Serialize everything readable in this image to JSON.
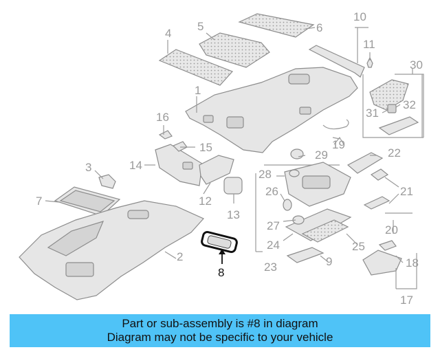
{
  "callouts": {
    "c1": "1",
    "c2": "2",
    "c3": "3",
    "c4": "4",
    "c5": "5",
    "c6": "6",
    "c7": "7",
    "c8": "8",
    "c9": "9",
    "c10": "10",
    "c11": "11",
    "c12": "12",
    "c13": "13",
    "c14": "14",
    "c15": "15",
    "c16": "16",
    "c17": "17",
    "c18": "18",
    "c19": "19",
    "c20": "20",
    "c21": "21",
    "c22": "22",
    "c23": "23",
    "c24": "24",
    "c25": "25",
    "c26": "26",
    "c27": "27",
    "c28": "28",
    "c29": "29",
    "c30": "30",
    "c31": "31",
    "c32": "32"
  },
  "highlight": {
    "part_number": "8",
    "color": "#4fc3f7"
  },
  "banner": {
    "line1": "Part or sub-assembly is #8 in diagram",
    "line2": "Diagram may not be specific to your vehicle",
    "color": "#4fc3f7"
  }
}
